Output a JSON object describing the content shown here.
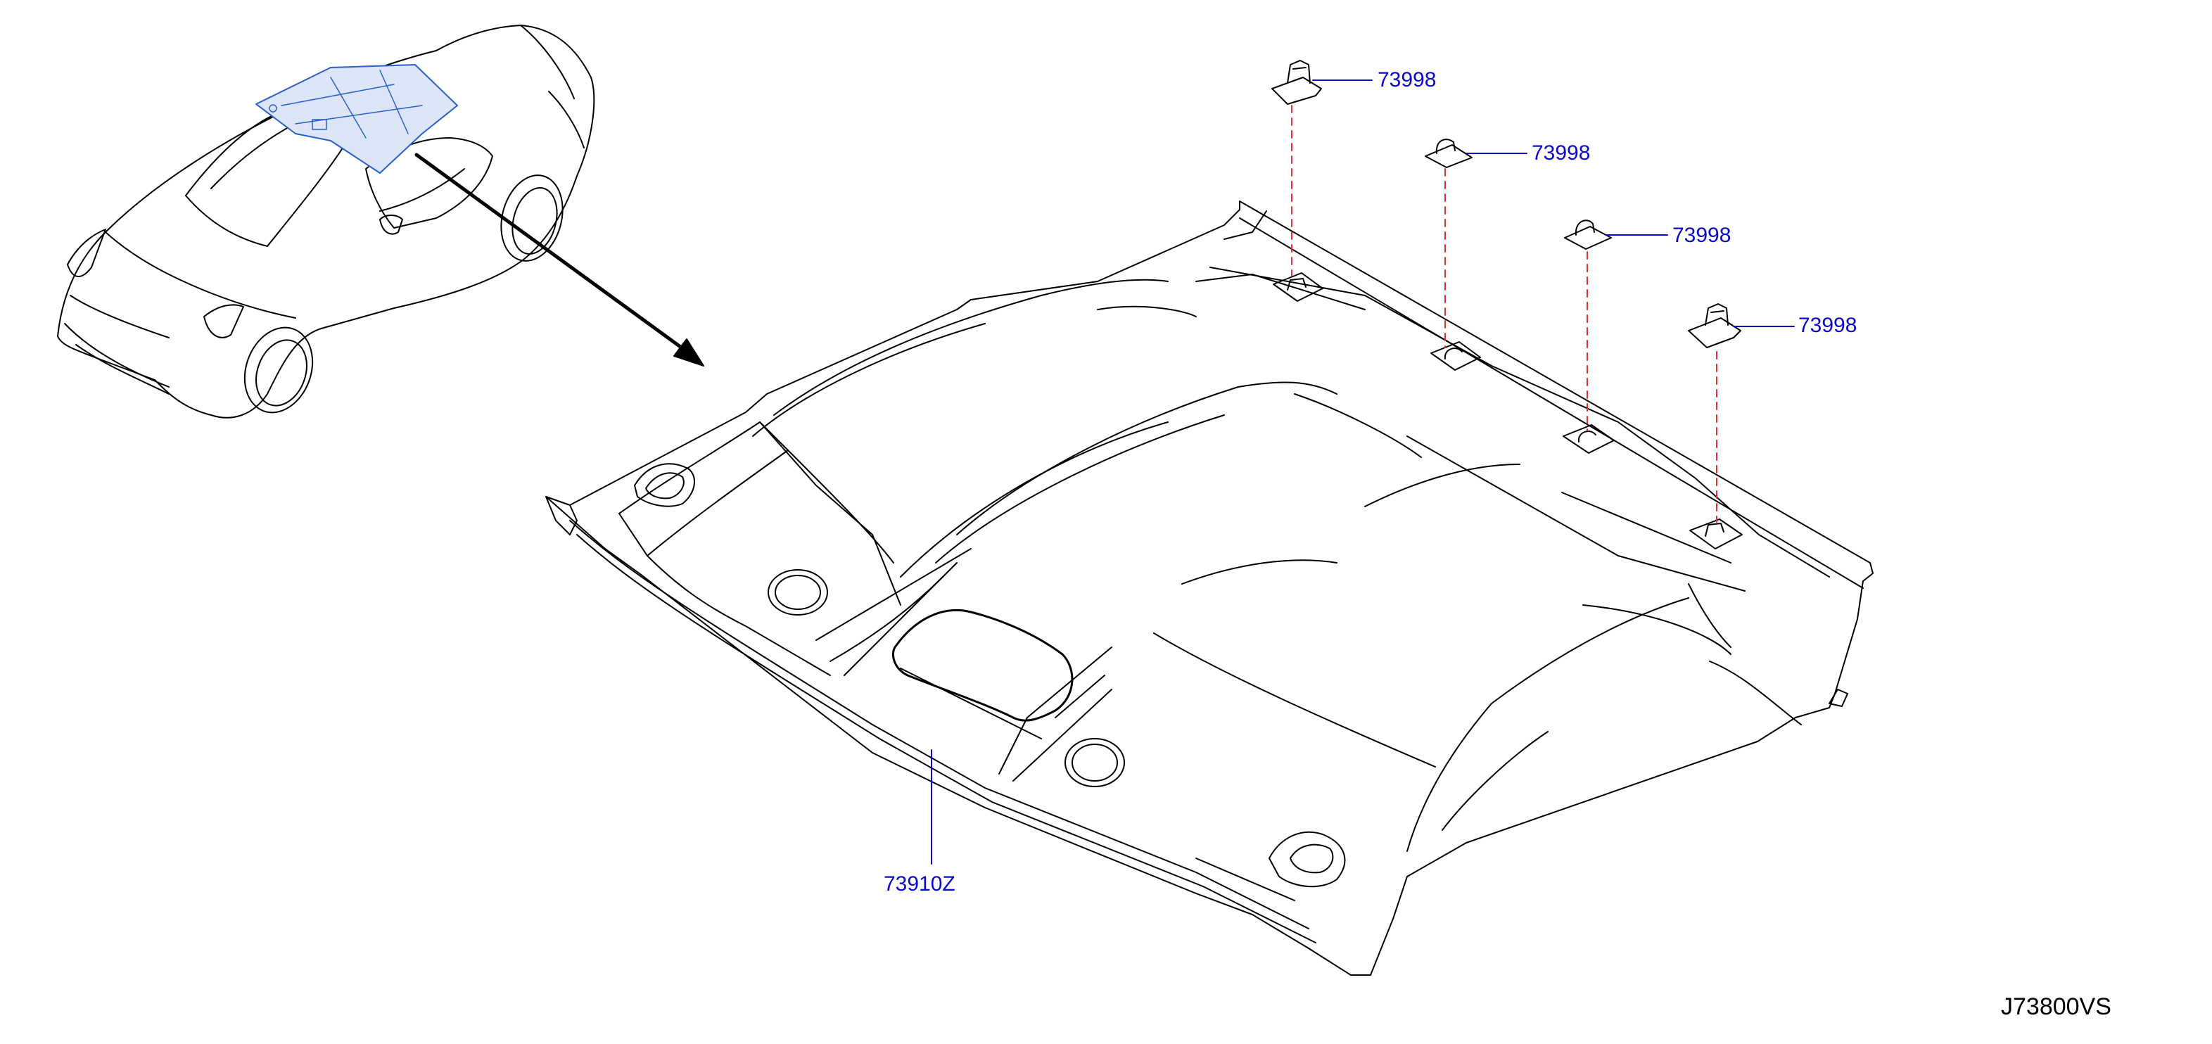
{
  "callouts": {
    "clip_1": "73998",
    "clip_2": "73998",
    "clip_3": "73998",
    "clip_4": "73998",
    "headlining": "73910Z"
  },
  "diagram_id": "J73800VS",
  "colors": {
    "line": "#000000",
    "callout_text": "#0a0acc",
    "leader_line": "#0a0acc",
    "dashed_guide": "#e03030",
    "highlight": "#2a5fcc"
  }
}
